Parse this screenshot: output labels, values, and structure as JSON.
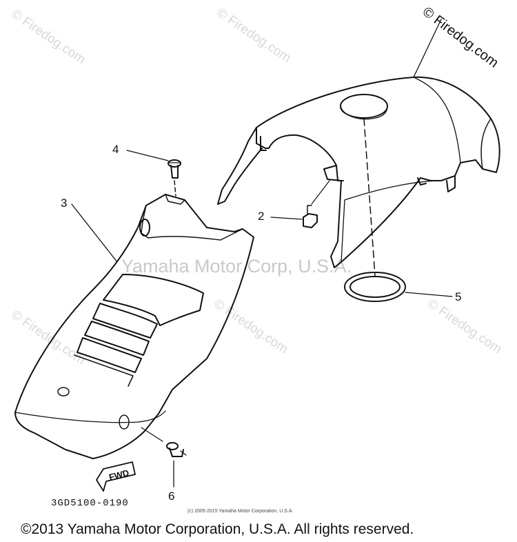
{
  "watermarks": {
    "site": "© Firedog.com",
    "center": "Yamaha Motor Corp, U.S.A."
  },
  "corner_mark": "© Firedog.com",
  "callouts": {
    "c1": "2",
    "c2": "3",
    "c3": "4",
    "c4": "5",
    "c5": "6"
  },
  "fwd_label": "FWD",
  "part_code": "3GD5100-0190",
  "small_copyright": "(c) 2005-2015 Yamaha Motor Corporation, U.S.A.",
  "footer_copyright": "©2013 Yamaha Motor Corporation, U.S.A. All rights reserved.",
  "colors": {
    "line": "#111111",
    "watermark": "#d8d8d8",
    "background": "#ffffff"
  }
}
